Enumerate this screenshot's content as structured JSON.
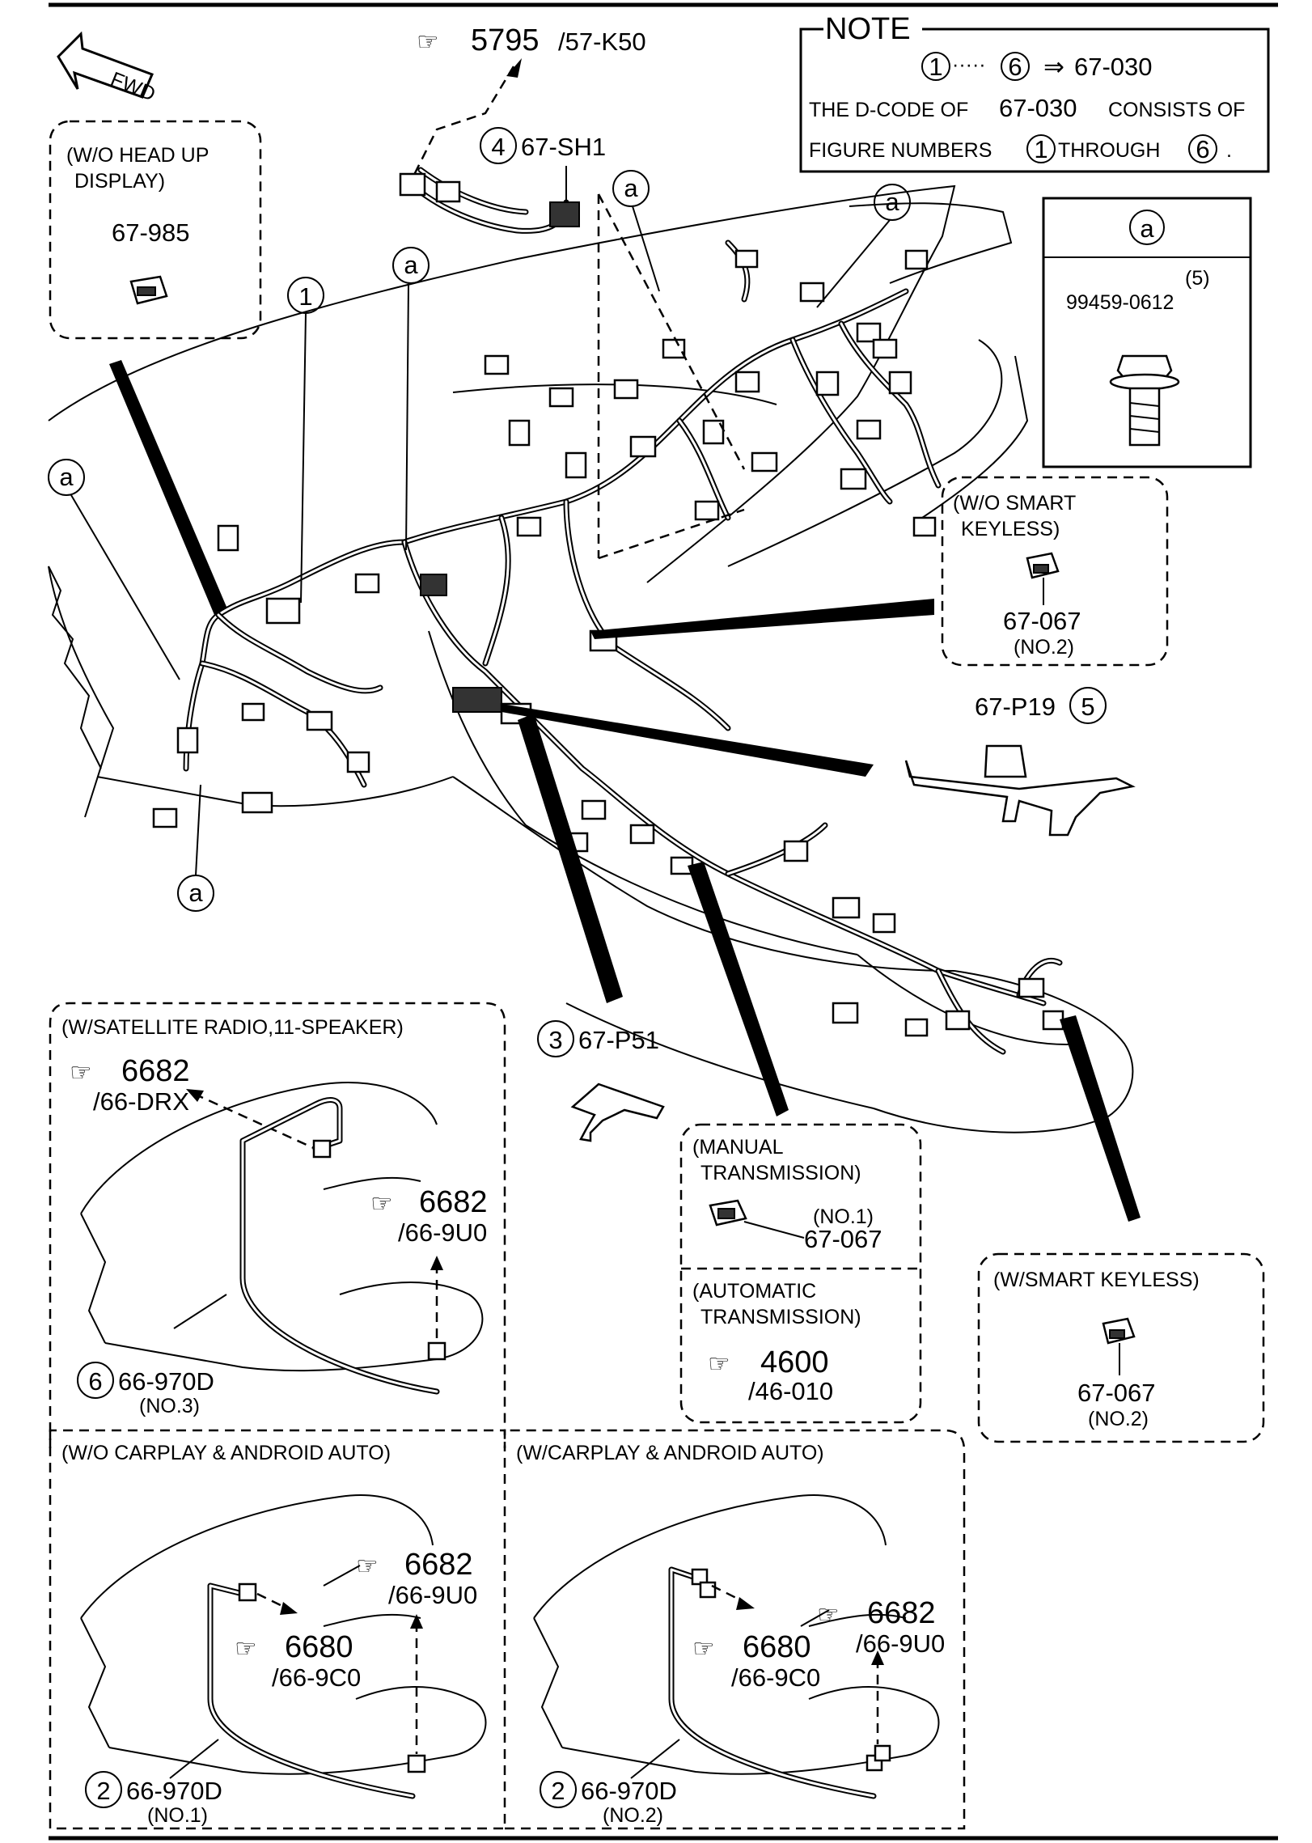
{
  "note": {
    "heading": "NOTE",
    "range_from": "1",
    "range_sep": "·····",
    "range_to": "6",
    "arrow": "⇒",
    "range_code": "67-030",
    "line1_pre": "THE D-CODE OF",
    "line1_code": "67-030",
    "line1_post": "CONSISTS OF",
    "line2_pre": "FIGURE NUMBERS",
    "line2_from": "1",
    "line2_mid": "THROUGH",
    "line2_to": "6",
    "line2_post": "."
  },
  "bolt_box": {
    "letter": "a",
    "qty": "(5)",
    "part": "99459-0612"
  },
  "fwd_label": "FWD",
  "refs": {
    "top": {
      "num": "5795",
      "code": "/57-K50"
    },
    "sat_top": {
      "num": "6682",
      "code": "/66-DRX"
    },
    "sat_right": {
      "num": "6682",
      "code": "/66-9U0"
    },
    "auto_trans": {
      "num": "4600",
      "code": "/46-010"
    },
    "wo_cp_right": {
      "num": "6682",
      "code": "/66-9U0"
    },
    "wo_cp_mid": {
      "num": "6680",
      "code": "/66-9C0"
    },
    "w_cp_right": {
      "num": "6682",
      "code": "/66-9U0"
    },
    "w_cp_mid": {
      "num": "6680",
      "code": "/66-9C0"
    }
  },
  "callouts": {
    "c1": "1",
    "c2a": "2",
    "c2b": "2",
    "c3": "3",
    "c4": "4",
    "c5": "5",
    "c6": "6",
    "a_labels": [
      "a",
      "a",
      "a",
      "a",
      "a"
    ]
  },
  "parts": {
    "sh1": "67-SH1",
    "p19": "67-P19",
    "p51": "67-P51",
    "hud_part": "67-985",
    "wo_smart_part": "67-067",
    "wo_smart_qual": "(NO.2)",
    "manual_qual": "(NO.1)",
    "manual_part": "67-067",
    "w_smart_part": "67-067",
    "w_smart_qual": "(NO.2)",
    "sat_part": "66-970D",
    "sat_qual": "(NO.3)",
    "wo_cp_part": "66-970D",
    "wo_cp_qual": "(NO.1)",
    "w_cp_part": "66-970D",
    "w_cp_qual": "(NO.2)"
  },
  "variants": {
    "hud_l1": "(W/O HEAD UP",
    "hud_l2": "DISPLAY)",
    "wo_smart_l1": "(W/O SMART",
    "wo_smart_l2": "KEYLESS)",
    "sat": "(W/SATELLITE RADIO,11-SPEAKER)",
    "manual_l1": "(MANUAL",
    "manual_l2": "TRANSMISSION)",
    "auto_l1": "(AUTOMATIC",
    "auto_l2": "TRANSMISSION)",
    "w_smart": "(W/SMART KEYLESS)",
    "wo_carplay": "(W/O CARPLAY & ANDROID AUTO)",
    "w_carplay": "(W/CARPLAY & ANDROID AUTO)"
  }
}
